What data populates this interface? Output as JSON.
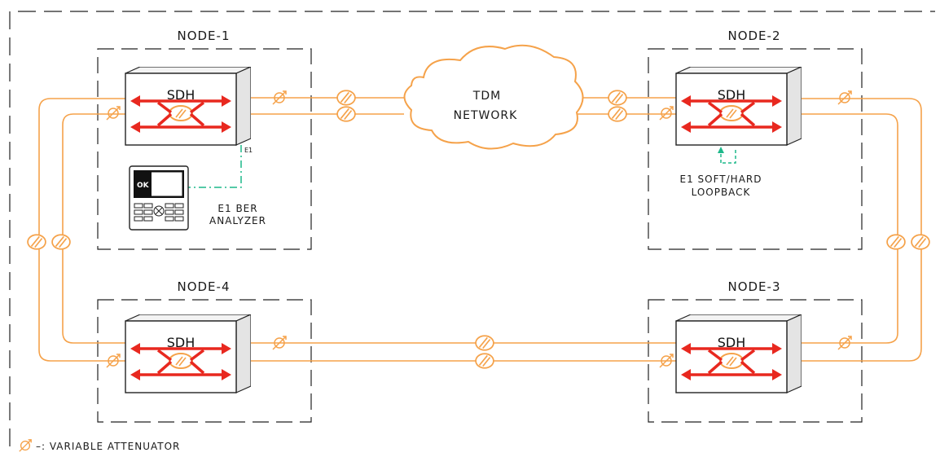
{
  "nodes": [
    {
      "id": "node1",
      "title": "NODE-1",
      "device": "SDH"
    },
    {
      "id": "node2",
      "title": "NODE-2",
      "device": "SDH"
    },
    {
      "id": "node3",
      "title": "NODE-3",
      "device": "SDH"
    },
    {
      "id": "node4",
      "title": "NODE-4",
      "device": "SDH"
    }
  ],
  "cloud": {
    "line1": "TDM",
    "line2": "NETWORK"
  },
  "analyzer": {
    "screen_text": "OK",
    "line1": "E1 BER",
    "line2": "ANALYZER"
  },
  "node1_port_label": "E1",
  "loopback": {
    "line1": "E1 SOFT/HARD",
    "line2": "LOOPBACK"
  },
  "legend": {
    "text": "–: VARIABLE ATTENUATOR"
  },
  "colors": {
    "fiber": "#f5a24a",
    "arrows": "#e8281f",
    "e1_link": "#1db88a",
    "lines": "#222222"
  }
}
